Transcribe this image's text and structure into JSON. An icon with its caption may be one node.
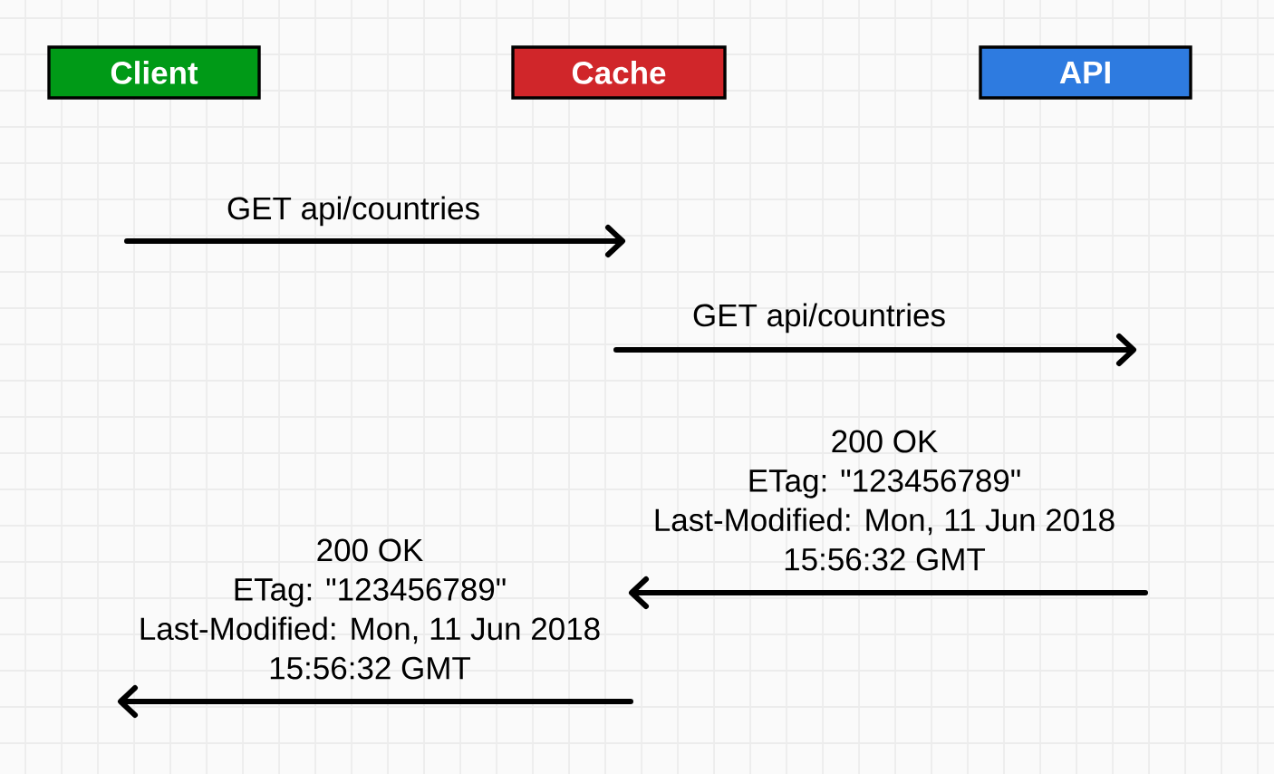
{
  "diagram": {
    "nodes": [
      {
        "text": [
          "Client"
        ]
      },
      {
        "text": [
          "Cache"
        ]
      },
      {
        "text": [
          "API"
        ]
      }
    ],
    "labels": [
      "GET api/countries",
      "GET api/countries",
      "200 OK ETag: \"123456789\" Last-Modified: Mon, 11 Jun 2018 15:56:32 GMT",
      "200 OK ETag: \"123456789\" Last-Modified: Mon, 11 Jun 2018 15:56:32 GMT"
    ]
  }
}
